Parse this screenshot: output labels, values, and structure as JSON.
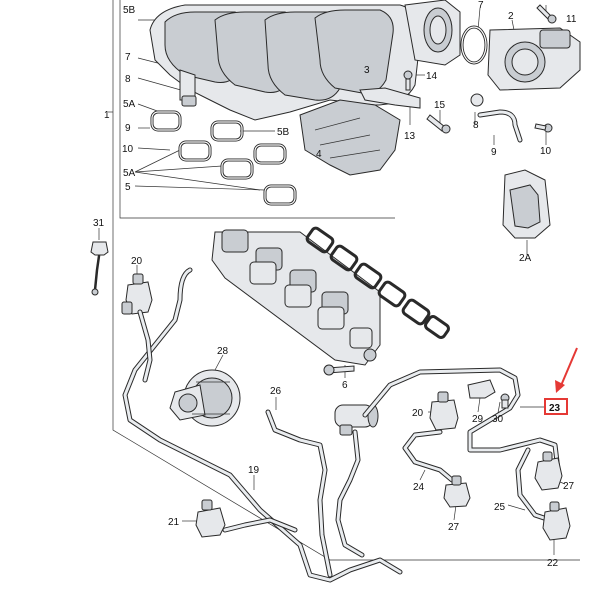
{
  "labels": {
    "l5B_top": "5B",
    "l7": "7",
    "l8": "8",
    "l1": "1",
    "l5A_a": "5A",
    "l9_left": "9",
    "l10_left": "10",
    "l5A_b": "5A",
    "l5": "5",
    "l5B_mid": "5B",
    "l4": "4",
    "l3": "3",
    "l13": "13",
    "l14": "14",
    "l15": "15",
    "l2": "2",
    "l7_right": "7",
    "l11": "11",
    "l8_right": "8",
    "l9_right": "9",
    "l10_right": "10",
    "l2A": "2A",
    "l31": "31",
    "l20_left": "20",
    "l28": "28",
    "l6": "6",
    "l26": "26",
    "l19": "19",
    "l21": "21",
    "l20_right": "20",
    "l29": "29",
    "l30": "30",
    "l23": "23",
    "l24": "24",
    "l27_mid": "27",
    "l27_right": "27",
    "l25": "25",
    "l22": "22"
  },
  "colors": {
    "highlight": "#e53935",
    "line": "#2a2a2a",
    "part_fill": "#e6e8eb"
  }
}
